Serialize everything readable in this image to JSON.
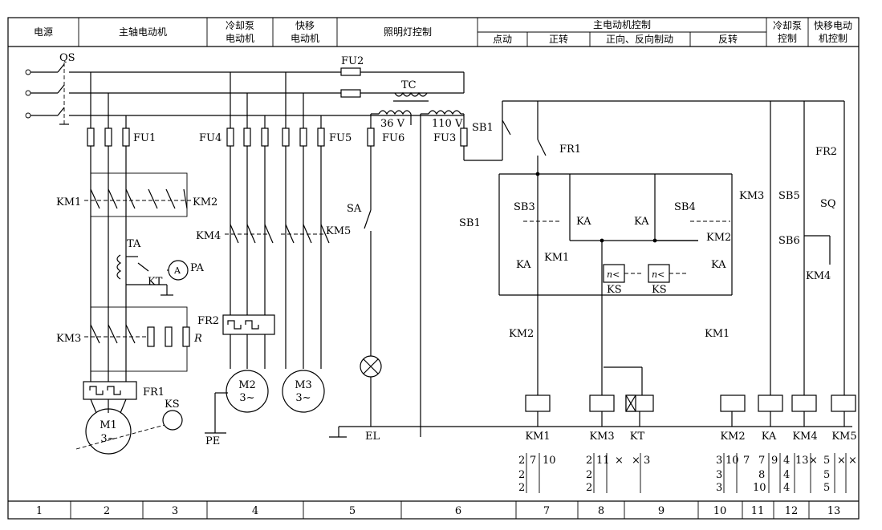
{
  "header": {
    "col1": "电源",
    "col2": "主轴电动机",
    "col3a": "冷却泵",
    "col3b": "电动机",
    "col4a": "快移",
    "col4b": "电动机",
    "col5": "照明灯控制",
    "col6": "主电动机控制",
    "col6_sub": [
      "点动",
      "正转",
      "正向、反向制动",
      "反转"
    ],
    "col7a": "冷却泵",
    "col7b": "控制",
    "col8a": "快移电动",
    "col8b": "机控制"
  },
  "footer": {
    "zones": [
      "1",
      "2",
      "3",
      "4",
      "5",
      "6",
      "7",
      "8",
      "9",
      "10",
      "11",
      "12",
      "13"
    ]
  },
  "labels": {
    "qs": "QS",
    "fu1": "FU1",
    "fu2": "FU2",
    "fu4": "FU4",
    "fu5": "FU5",
    "fu6": "FU6",
    "fu3": "FU3",
    "tc": "TC",
    "v36": "36 V",
    "v110": "110 V",
    "km1": "KM1",
    "km2": "KM2",
    "km3": "KM3",
    "km4": "KM4",
    "km5": "KM5",
    "ta": "TA",
    "kt": "KT",
    "pa": "PA",
    "a": "A",
    "fr1": "FR1",
    "fr2": "FR2",
    "r": "R",
    "ks": "KS",
    "m1": "M1",
    "m2": "M2",
    "m3": "M3",
    "phase": "3~",
    "pe": "PE",
    "sa": "SA",
    "el": "EL",
    "sb1": "SB1",
    "sb3": "SB3",
    "sb4": "SB4",
    "sb5": "SB5",
    "sb6": "SB6",
    "sq": "SQ",
    "ka": "KA",
    "nks": "n<"
  },
  "coil_labels": [
    "KM1",
    "KM3",
    "KT",
    "KM2",
    "KA",
    "KM4",
    "KM5"
  ],
  "contact_refs": {
    "km1_col": [
      "2",
      "2",
      "2"
    ],
    "km1_no": "7",
    "km1_nc": "10",
    "km3_col": [
      "2",
      "2",
      "2"
    ],
    "km3_no": "11",
    "km3_x1": "×",
    "km3_x2": "×",
    "kt_ref": "3",
    "km2_col": [
      "3",
      "3",
      "3"
    ],
    "km2_no": "10",
    "km2_nc": "7",
    "ka_col": [
      "7",
      "8",
      "10"
    ],
    "ka_c2": [
      "9",
      "4",
      "4"
    ],
    "ka_c3": "13",
    "km4_col": [
      "4",
      "4",
      "4"
    ],
    "km4_x": "×",
    "km5_col": [
      "5",
      "5",
      "5"
    ],
    "km5_x1": "×",
    "km5_x2": "×"
  }
}
